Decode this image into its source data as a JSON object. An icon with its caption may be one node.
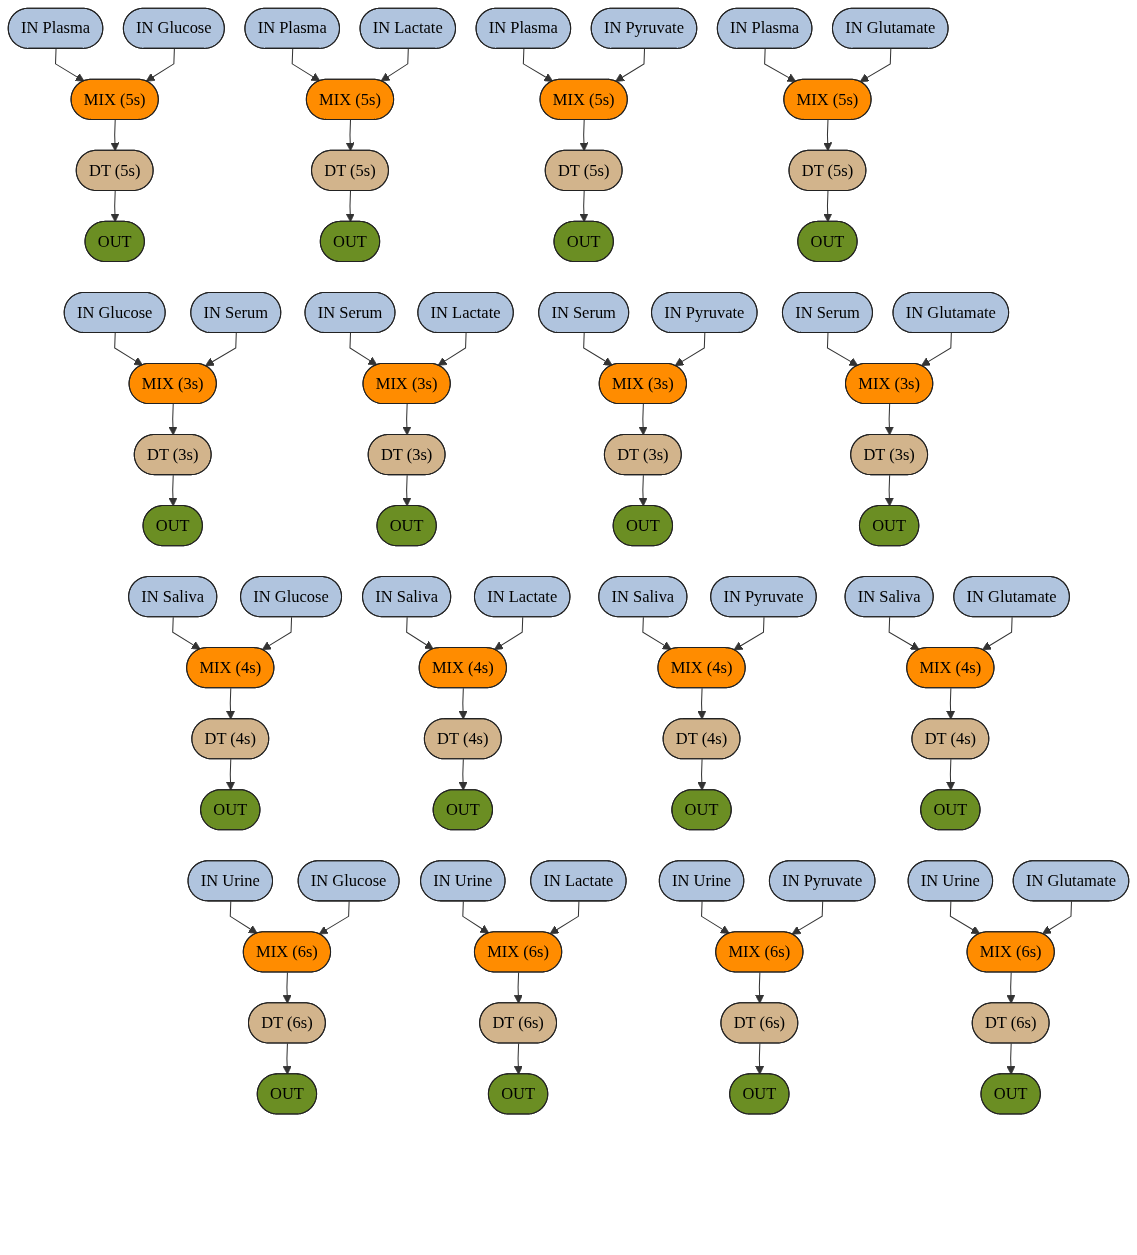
{
  "diagram": {
    "nodes": [
      {
        "text": [
          "IN Plasma"
        ]
      },
      {
        "text": [
          "IN Glucose"
        ]
      },
      {
        "text": [
          "MIX (5s)"
        ]
      },
      {
        "text": [
          "DT (5s)"
        ]
      },
      {
        "text": [
          "OUT"
        ]
      },
      {
        "text": [
          "IN Plasma"
        ]
      },
      {
        "text": [
          "IN Lactate"
        ]
      },
      {
        "text": [
          "MIX (5s)"
        ]
      },
      {
        "text": [
          "DT (5s)"
        ]
      },
      {
        "text": [
          "OUT"
        ]
      },
      {
        "text": [
          "IN Plasma"
        ]
      },
      {
        "text": [
          "IN Pyruvate"
        ]
      },
      {
        "text": [
          "MIX (5s)"
        ]
      },
      {
        "text": [
          "DT (5s)"
        ]
      },
      {
        "text": [
          "OUT"
        ]
      },
      {
        "text": [
          "IN Plasma"
        ]
      },
      {
        "text": [
          "IN Glutamate"
        ]
      },
      {
        "text": [
          "MIX (5s)"
        ]
      },
      {
        "text": [
          "DT (5s)"
        ]
      },
      {
        "text": [
          "OUT"
        ]
      },
      {
        "text": [
          "IN Glucose"
        ]
      },
      {
        "text": [
          "IN Serum"
        ]
      },
      {
        "text": [
          "MIX (3s)"
        ]
      },
      {
        "text": [
          "DT (3s)"
        ]
      },
      {
        "text": [
          "OUT"
        ]
      },
      {
        "text": [
          "IN Serum"
        ]
      },
      {
        "text": [
          "IN Lactate"
        ]
      },
      {
        "text": [
          "MIX (3s)"
        ]
      },
      {
        "text": [
          "DT (3s)"
        ]
      },
      {
        "text": [
          "OUT"
        ]
      },
      {
        "text": [
          "IN Serum"
        ]
      },
      {
        "text": [
          "IN Pyruvate"
        ]
      },
      {
        "text": [
          "MIX (3s)"
        ]
      },
      {
        "text": [
          "DT (3s)"
        ]
      },
      {
        "text": [
          "OUT"
        ]
      },
      {
        "text": [
          "IN Serum"
        ]
      },
      {
        "text": [
          "IN Glutamate"
        ]
      },
      {
        "text": [
          "MIX (3s)"
        ]
      },
      {
        "text": [
          "DT (3s)"
        ]
      },
      {
        "text": [
          "OUT"
        ]
      },
      {
        "text": [
          "IN Saliva"
        ]
      },
      {
        "text": [
          "IN Glucose"
        ]
      },
      {
        "text": [
          "MIX (4s)"
        ]
      },
      {
        "text": [
          "DT (4s)"
        ]
      },
      {
        "text": [
          "OUT"
        ]
      },
      {
        "text": [
          "IN Saliva"
        ]
      },
      {
        "text": [
          "IN Lactate"
        ]
      },
      {
        "text": [
          "MIX (4s)"
        ]
      },
      {
        "text": [
          "DT (4s)"
        ]
      },
      {
        "text": [
          "OUT"
        ]
      },
      {
        "text": [
          "IN Saliva"
        ]
      },
      {
        "text": [
          "IN Pyruvate"
        ]
      },
      {
        "text": [
          "MIX (4s)"
        ]
      },
      {
        "text": [
          "DT (4s)"
        ]
      },
      {
        "text": [
          "OUT"
        ]
      },
      {
        "text": [
          "IN Saliva"
        ]
      },
      {
        "text": [
          "IN Glutamate"
        ]
      },
      {
        "text": [
          "MIX (4s)"
        ]
      },
      {
        "text": [
          "DT (4s)"
        ]
      },
      {
        "text": [
          "OUT"
        ]
      },
      {
        "text": [
          "IN Urine"
        ]
      },
      {
        "text": [
          "IN Glucose"
        ]
      },
      {
        "text": [
          "MIX (6s)"
        ]
      },
      {
        "text": [
          "DT (6s)"
        ]
      },
      {
        "text": [
          "OUT"
        ]
      },
      {
        "text": [
          "IN Urine"
        ]
      },
      {
        "text": [
          "IN Lactate"
        ]
      },
      {
        "text": [
          "MIX (6s)"
        ]
      },
      {
        "text": [
          "DT (6s)"
        ]
      },
      {
        "text": [
          "OUT"
        ]
      },
      {
        "text": [
          "IN Urine"
        ]
      },
      {
        "text": [
          "IN Pyruvate"
        ]
      },
      {
        "text": [
          "MIX (6s)"
        ]
      },
      {
        "text": [
          "DT (6s)"
        ]
      },
      {
        "text": [
          "OUT"
        ]
      },
      {
        "text": [
          "IN Urine"
        ]
      },
      {
        "text": [
          "IN Glutamate"
        ]
      },
      {
        "text": [
          "MIX (6s)"
        ]
      },
      {
        "text": [
          "DT (6s)"
        ]
      },
      {
        "text": [
          "OUT"
        ]
      }
    ],
    "edges": [
      {
        "from": 0,
        "to": 2,
        "arrow": "to"
      },
      {
        "from": 1,
        "to": 2,
        "arrow": "to"
      },
      {
        "from": 2,
        "to": 3,
        "arrow": "to"
      },
      {
        "from": 3,
        "to": 4,
        "arrow": "to"
      },
      {
        "from": 5,
        "to": 7,
        "arrow": "to"
      },
      {
        "from": 6,
        "to": 7,
        "arrow": "to"
      },
      {
        "from": 7,
        "to": 8,
        "arrow": "to"
      },
      {
        "from": 8,
        "to": 9,
        "arrow": "to"
      },
      {
        "from": 10,
        "to": 12,
        "arrow": "to"
      },
      {
        "from": 11,
        "to": 12,
        "arrow": "to"
      },
      {
        "from": 12,
        "to": 13,
        "arrow": "to"
      },
      {
        "from": 13,
        "to": 14,
        "arrow": "to"
      },
      {
        "from": 15,
        "to": 17,
        "arrow": "to"
      },
      {
        "from": 16,
        "to": 17,
        "arrow": "to"
      },
      {
        "from": 17,
        "to": 18,
        "arrow": "to"
      },
      {
        "from": 18,
        "to": 19,
        "arrow": "to"
      },
      {
        "from": 20,
        "to": 22,
        "arrow": "to"
      },
      {
        "from": 21,
        "to": 22,
        "arrow": "to"
      },
      {
        "from": 22,
        "to": 23,
        "arrow": "to"
      },
      {
        "from": 23,
        "to": 24,
        "arrow": "to"
      },
      {
        "from": 25,
        "to": 27,
        "arrow": "to"
      },
      {
        "from": 26,
        "to": 27,
        "arrow": "to"
      },
      {
        "from": 27,
        "to": 28,
        "arrow": "to"
      },
      {
        "from": 28,
        "to": 29,
        "arrow": "to"
      },
      {
        "from": 30,
        "to": 32,
        "arrow": "to"
      },
      {
        "from": 31,
        "to": 32,
        "arrow": "to"
      },
      {
        "from": 32,
        "to": 33,
        "arrow": "to"
      },
      {
        "from": 33,
        "to": 34,
        "arrow": "to"
      },
      {
        "from": 35,
        "to": 37,
        "arrow": "to"
      },
      {
        "from": 36,
        "to": 37,
        "arrow": "to"
      },
      {
        "from": 37,
        "to": 38,
        "arrow": "to"
      },
      {
        "from": 38,
        "to": 39,
        "arrow": "to"
      },
      {
        "from": 40,
        "to": 42,
        "arrow": "to"
      },
      {
        "from": 41,
        "to": 42,
        "arrow": "to"
      },
      {
        "from": 42,
        "to": 43,
        "arrow": "to"
      },
      {
        "from": 43,
        "to": 44,
        "arrow": "to"
      },
      {
        "from": 45,
        "to": 47,
        "arrow": "to"
      },
      {
        "from": 46,
        "to": 47,
        "arrow": "to"
      },
      {
        "from": 47,
        "to": 48,
        "arrow": "to"
      },
      {
        "from": 48,
        "to": 49,
        "arrow": "to"
      },
      {
        "from": 50,
        "to": 52,
        "arrow": "to"
      },
      {
        "from": 51,
        "to": 52,
        "arrow": "to"
      },
      {
        "from": 52,
        "to": 53,
        "arrow": "to"
      },
      {
        "from": 53,
        "to": 54,
        "arrow": "to"
      },
      {
        "from": 55,
        "to": 57,
        "arrow": "to"
      },
      {
        "from": 56,
        "to": 57,
        "arrow": "to"
      },
      {
        "from": 57,
        "to": 58,
        "arrow": "to"
      },
      {
        "from": 58,
        "to": 59,
        "arrow": "to"
      },
      {
        "from": 60,
        "to": 62,
        "arrow": "to"
      },
      {
        "from": 61,
        "to": 62,
        "arrow": "to"
      },
      {
        "from": 62,
        "to": 63,
        "arrow": "to"
      },
      {
        "from": 63,
        "to": 64,
        "arrow": "to"
      },
      {
        "from": 65,
        "to": 67,
        "arrow": "to"
      },
      {
        "from": 66,
        "to": 67,
        "arrow": "to"
      },
      {
        "from": 67,
        "to": 68,
        "arrow": "to"
      },
      {
        "from": 68,
        "to": 69,
        "arrow": "to"
      },
      {
        "from": 70,
        "to": 72,
        "arrow": "to"
      },
      {
        "from": 71,
        "to": 72,
        "arrow": "to"
      },
      {
        "from": 72,
        "to": 73,
        "arrow": "to"
      },
      {
        "from": 73,
        "to": 74,
        "arrow": "to"
      },
      {
        "from": 75,
        "to": 77,
        "arrow": "to"
      },
      {
        "from": 76,
        "to": 77,
        "arrow": "to"
      },
      {
        "from": 77,
        "to": 78,
        "arrow": "to"
      },
      {
        "from": 78,
        "to": 79,
        "arrow": "to"
      }
    ]
  }
}
